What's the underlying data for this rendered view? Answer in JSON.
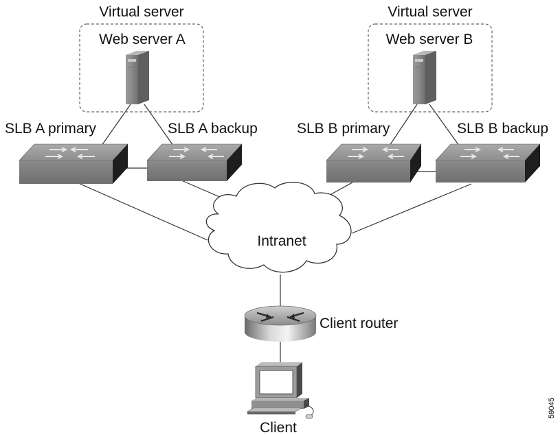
{
  "diagram": {
    "virtual_server_a": {
      "label": "Virtual server",
      "server_label": "Web server A"
    },
    "virtual_server_b": {
      "label": "Virtual server",
      "server_label": "Web server B"
    },
    "switches": {
      "slb_a_primary": "SLB A primary",
      "slb_a_backup": "SLB A backup",
      "slb_b_primary": "SLB B primary",
      "slb_b_backup": "SLB B backup"
    },
    "network": "Intranet",
    "router": "Client router",
    "client": "Client",
    "figure_id": "59045"
  }
}
